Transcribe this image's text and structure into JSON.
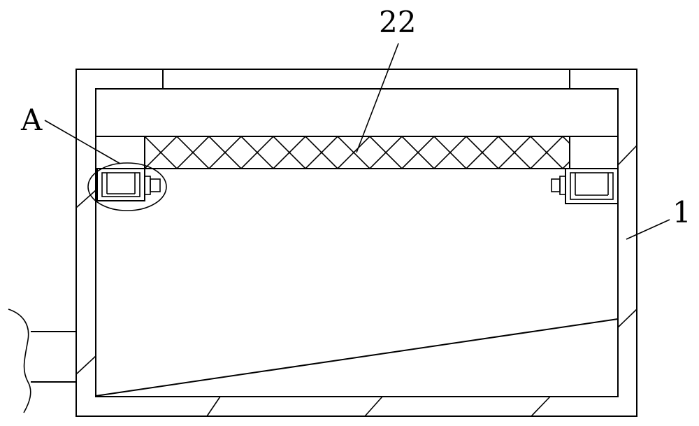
{
  "labels": {
    "callout_22": "22",
    "callout_1": "1",
    "callout_a": "A"
  }
}
